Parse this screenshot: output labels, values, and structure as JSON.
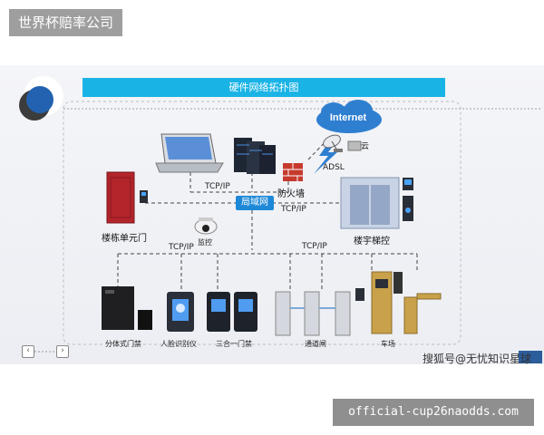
{
  "header": {
    "site_badge": "世界杯赔率公司"
  },
  "footer": {
    "url_badge": "official-cup26naodds.com",
    "watermark": "搜狐号@无忧知识星球"
  },
  "diagram": {
    "title": "硬件网络拓扑图",
    "lan": "局域网",
    "cloud": "Internet",
    "cloud_label": "云",
    "adsl": "ADSL",
    "firewall": "防火墙",
    "tcp_top": "TCP/IP",
    "tcp_lan_right": "TCP/IP",
    "tcp_left": "TCP/IP",
    "tcp_right": "TCP/IP",
    "monitor": "监控",
    "building_door": "楼栋单元门",
    "elevator": "楼宇梯控",
    "split_access": "分体式门禁",
    "face_recognition": "人脸识别仪",
    "three_in_one": "三合一门禁",
    "channel_gate": "通道闸",
    "parking": "车场"
  },
  "colors": {
    "banner": "#1ab3e6",
    "lan": "#1e88d8",
    "cloud": "#2f7fd0"
  }
}
